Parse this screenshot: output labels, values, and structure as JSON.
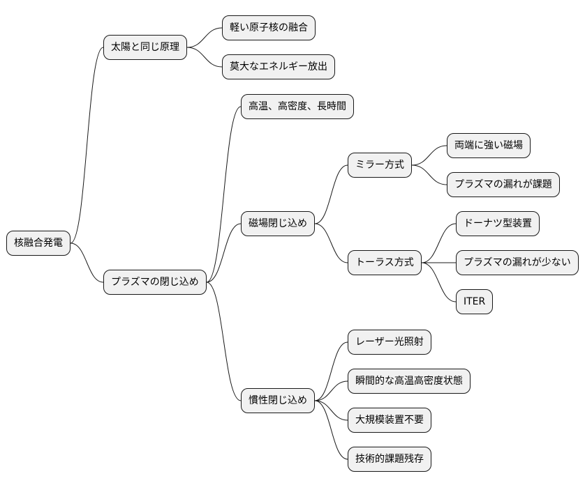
{
  "mindmap": {
    "root": "核融合発電",
    "branches": [
      {
        "label": "太陽と同じ原理",
        "children": [
          {
            "label": "軽い原子核の融合"
          },
          {
            "label": "莫大なエネルギー放出"
          }
        ]
      },
      {
        "label": "プラズマの閉じ込め",
        "children": [
          {
            "label": "高温、高密度、長時間"
          },
          {
            "label": "磁場閉じ込め",
            "children": [
              {
                "label": "ミラー方式",
                "children": [
                  {
                    "label": "両端に強い磁場"
                  },
                  {
                    "label": "プラズマの漏れが課題"
                  }
                ]
              },
              {
                "label": "トーラス方式",
                "children": [
                  {
                    "label": "ドーナツ型装置"
                  },
                  {
                    "label": "プラズマの漏れが少ない"
                  },
                  {
                    "label": "ITER"
                  }
                ]
              }
            ]
          },
          {
            "label": "慣性閉じ込め",
            "children": [
              {
                "label": "レーザー光照射"
              },
              {
                "label": "瞬間的な高温高密度状態"
              },
              {
                "label": "大規模装置不要"
              },
              {
                "label": "技術的課題残存"
              }
            ]
          }
        ]
      }
    ]
  }
}
